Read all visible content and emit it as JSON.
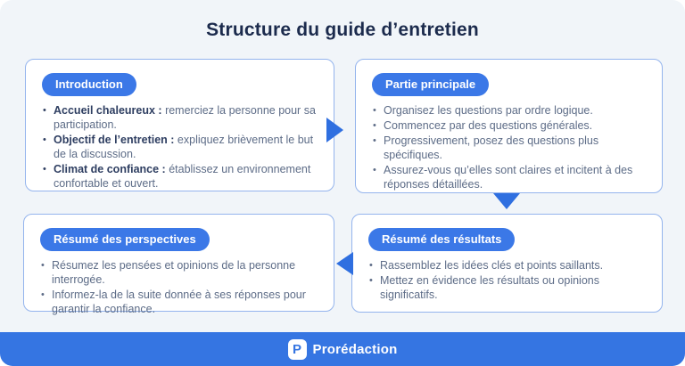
{
  "page": {
    "title": "Structure du guide d’entretien"
  },
  "colors": {
    "panel_bg": "#f1f5f9",
    "box_bg": "#ffffff",
    "box_border": "#94b4ed",
    "accent_blue": "#3b78e7",
    "arrow_blue": "#2f6fe0",
    "footer_blue": "#3575e2",
    "title_navy": "#1c2b4d",
    "lead_navy": "#2e3e61",
    "body_slate": "#5d6c87"
  },
  "boxes": [
    {
      "id": "introduction",
      "badge": "Introduction",
      "items": [
        {
          "lead": "Accueil chaleureux :",
          "text": "remerciez la personne pour sa participation."
        },
        {
          "lead": "Objectif de l’entretien :",
          "text": "expliquez brièvement le but de la discussion."
        },
        {
          "lead": "Climat de confiance :",
          "text": "établissez un environnement confortable et ouvert."
        }
      ]
    },
    {
      "id": "partie-principale",
      "badge": "Partie principale",
      "items": [
        {
          "text": "Organisez les questions par ordre logique."
        },
        {
          "text": "Commencez par des questions générales."
        },
        {
          "text": "Progressivement, posez des questions plus spécifiques."
        },
        {
          "text": "Assurez-vous qu’elles sont claires et incitent à des réponses détaillées."
        }
      ]
    },
    {
      "id": "resume-perspectives",
      "badge": "Résumé des perspectives",
      "items": [
        {
          "text": "Résumez les pensées et opinions de la personne interrogée."
        },
        {
          "text": "Informez-la de la suite donnée à ses réponses pour garantir la confiance."
        }
      ]
    },
    {
      "id": "resume-resultats",
      "badge": "Résumé des résultats",
      "items": [
        {
          "text": "Rassemblez les idées clés et points saillants."
        },
        {
          "text": "Mettez en évidence les résultats ou opinions significatifs."
        }
      ]
    }
  ],
  "footer": {
    "brand": "Prorédaction",
    "logo_letter": "P",
    "logo_icon": "p-monogram-icon"
  }
}
